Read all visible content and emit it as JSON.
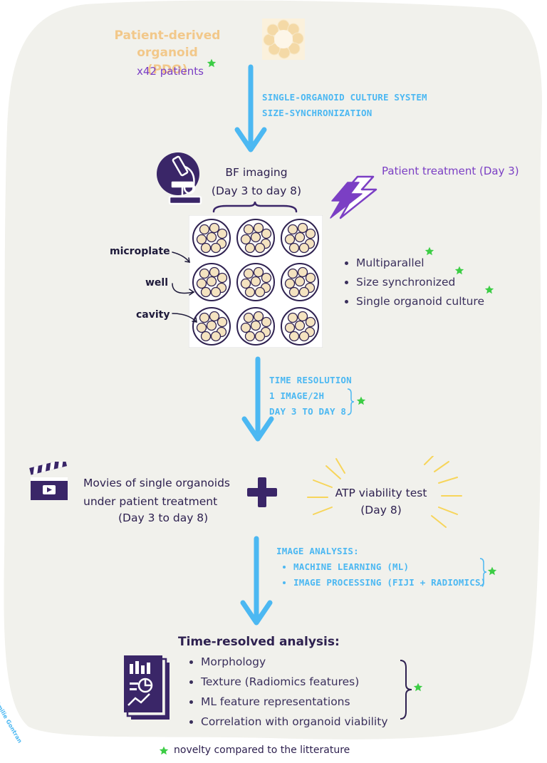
{
  "pdo": {
    "title_line1": "Patient-derived organoid",
    "title_line2": "(PDO)",
    "patients": "x42 patients"
  },
  "step1": {
    "line1": "SINGLE-ORGANOID CULTURE SYSTEM",
    "line2": "SIZE-SYNCHRONIZATION"
  },
  "imaging": {
    "title": "BF imaging",
    "range": "(Day 3 to day 8)"
  },
  "treatment": {
    "label": "Patient treatment (Day 3)"
  },
  "plate_labels": {
    "microplate": "microplate",
    "well": "well",
    "cavity": "cavity"
  },
  "features": [
    "Multiparallel",
    "Size synchronized",
    "Single organoid culture"
  ],
  "step2": {
    "line1": "TIME RESOLUTION",
    "line2": "1 IMAGE/2H",
    "line3": "DAY 3 TO DAY 8"
  },
  "movies": {
    "line1": "Movies of single organoids",
    "line2": "under patient treatment",
    "range": "(Day 3 to day 8)"
  },
  "atp": {
    "line1": "ATP viability test",
    "line2": "(Day 8)"
  },
  "step3": {
    "title": "IMAGE ANALYSIS:",
    "items": [
      "MACHINE LEARNING (ML)",
      "IMAGE PROCESSING (FIJI + RADIOMICS)"
    ]
  },
  "analysis": {
    "title": "Time-resolved analysis:",
    "items": [
      "Morphology",
      "Texture (Radiomics features)",
      "ML feature representations",
      "Correlation with organoid viability"
    ]
  },
  "credit": "By Emilie Gontran",
  "legend": "novelty compared to the litterature",
  "colors": {
    "background": "#f1f1ec",
    "arrow": "#4cb8f2",
    "purple": "#7b3fc4",
    "dark": "#2e2150",
    "star": "#3ccd45",
    "organoid": "#f4e3c0"
  }
}
